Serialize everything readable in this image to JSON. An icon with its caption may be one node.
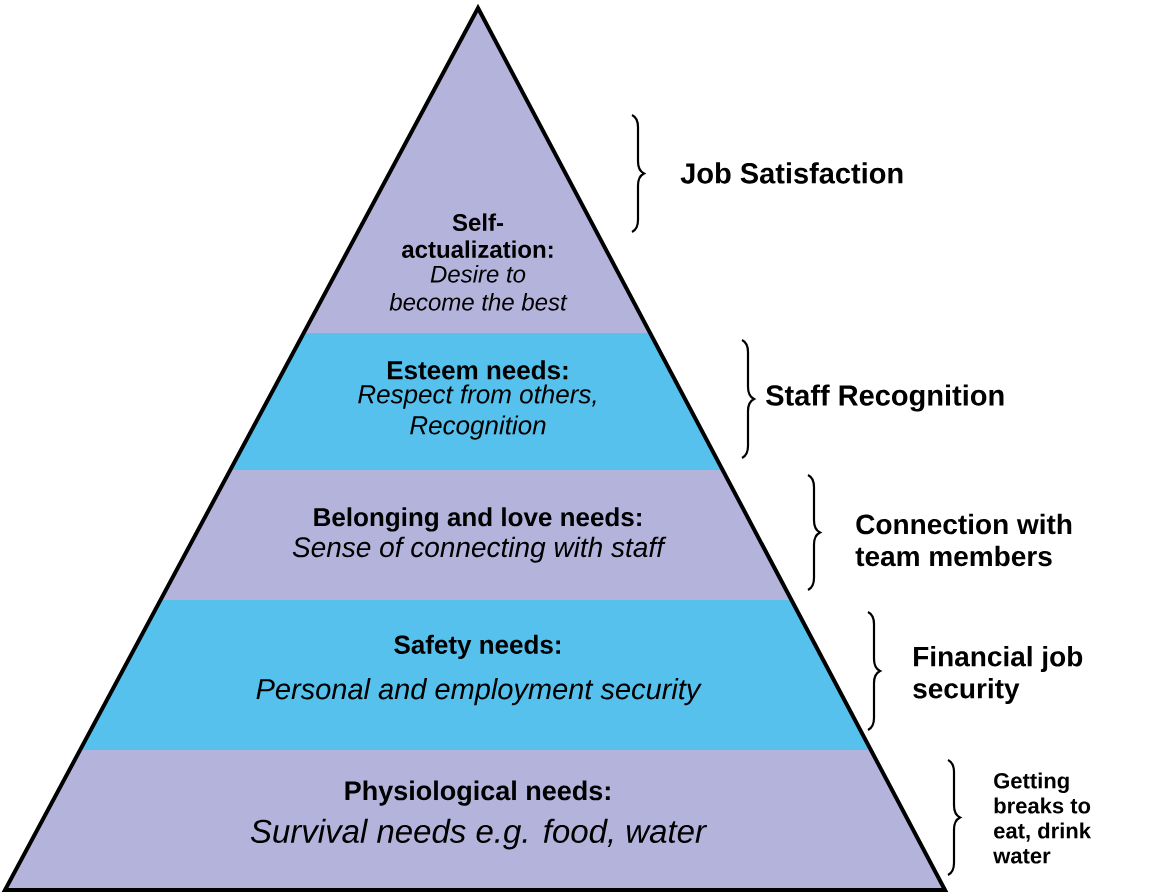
{
  "diagram": {
    "nodes": [
      {
        "text": [
          "Self-actualization:",
          "Desire to become the best"
        ]
      },
      {
        "text": [
          "Esteem needs:",
          "Respect from others, Recognition"
        ]
      },
      {
        "text": [
          "Belonging and love needs:",
          "Sense of connecting with staff"
        ]
      },
      {
        "text": [
          "Safety needs:",
          "Personal and employment security"
        ]
      },
      {
        "text": [
          "Physiological needs:",
          "Survival needs e.g. food, water"
        ]
      }
    ],
    "labels": [
      "Job Satisfaction",
      "Staff Recognition",
      "Connection with team members",
      "Financial job security",
      "Getting breaks to eat, drink water"
    ]
  }
}
